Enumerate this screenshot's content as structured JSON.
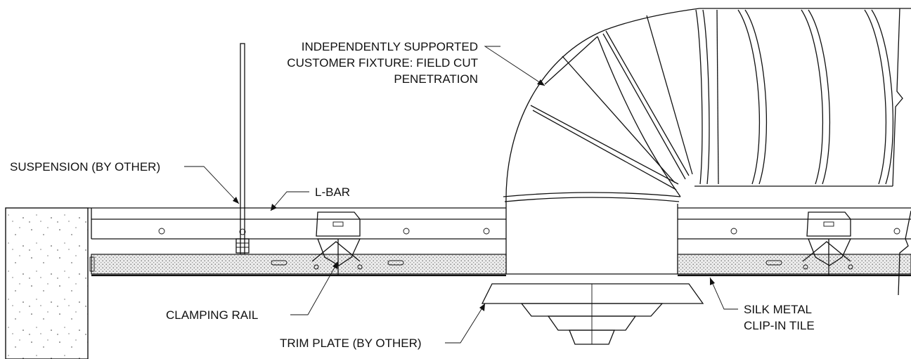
{
  "labels": {
    "fixture": [
      "INDEPENDENTLY SUPPORTED",
      "CUSTOMER FIXTURE: FIELD CUT",
      "PENETRATION"
    ],
    "suspension": "SUSPENSION (BY OTHER)",
    "lbar": "L-BAR",
    "clamping_rail": "CLAMPING RAIL",
    "trim_plate": "TRIM PLATE (BY OTHER)",
    "tile": [
      "SILK METAL",
      "CLIP-IN TILE"
    ]
  },
  "colors": {
    "line": "#111111",
    "tile_fill": "#e3e3e3",
    "background": "#ffffff"
  }
}
